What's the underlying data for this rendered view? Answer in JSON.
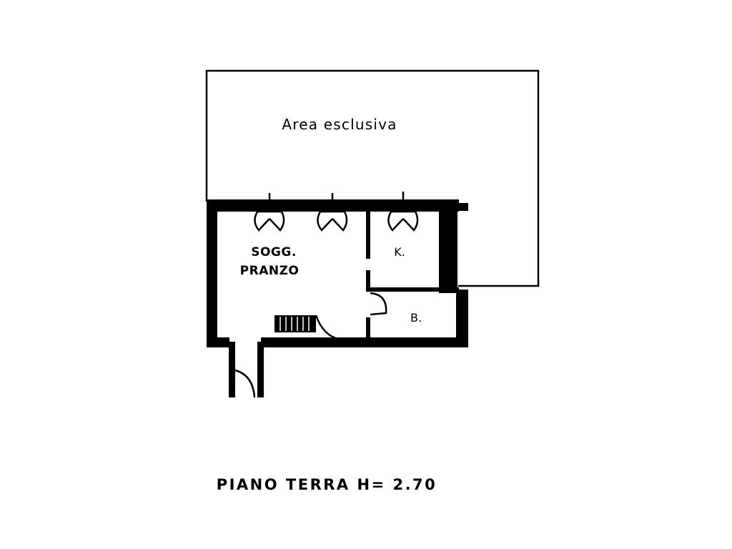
{
  "plan": {
    "area_label": "Area esclusiva",
    "living_label_line1": "SOGG.",
    "living_label_line2": "PRANZO",
    "kitchen_label": "K.",
    "bath_label": "B.",
    "floor_label": "PIANO TERRA H= 2.70"
  }
}
